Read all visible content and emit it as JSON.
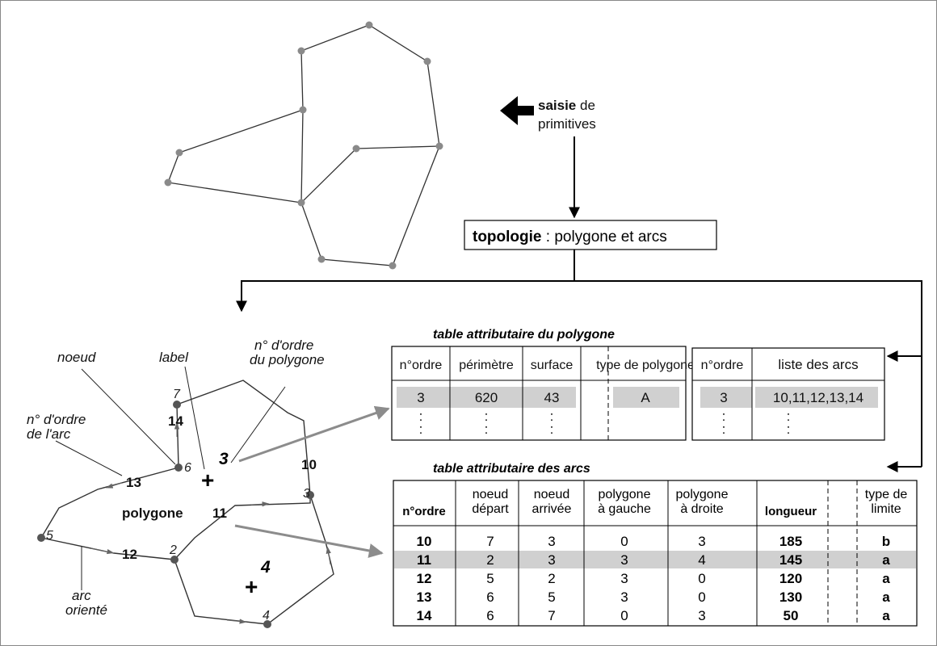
{
  "flow": {
    "capture_bold": "saisie",
    "capture_rest": "de",
    "capture_line2": "primitives",
    "topology_bold": "topologie",
    "topology_rest": ": polygone et arcs"
  },
  "labels": {
    "node": "noeud",
    "label": "label",
    "poly_order_1": "n° d'ordre",
    "poly_order_2": "du polygone",
    "arc_order_1": "n° d'ordre",
    "arc_order_2": "de l'arc",
    "polygon": "polygone",
    "oriented_1": "arc",
    "oriented_2": "orienté"
  },
  "graph": {
    "node_ids": [
      "7",
      "6",
      "5",
      "2",
      "4",
      "3"
    ],
    "arc_ids": [
      "14",
      "13",
      "12",
      "11",
      "10"
    ],
    "polygon_ids": [
      "3",
      "4"
    ]
  },
  "polygon_table": {
    "title": "table attributaire du polygone",
    "headers": [
      "n°ordre",
      "périmètre",
      "surface",
      "",
      "type de polygone"
    ],
    "row": [
      "3",
      "620",
      "43",
      "",
      "A"
    ],
    "ellipsis": ":"
  },
  "arc_list_table": {
    "headers": [
      "n°ordre",
      "liste des arcs"
    ],
    "row": [
      "3",
      "10,11,12,13,14"
    ],
    "ellipsis": ":"
  },
  "arc_table": {
    "title": "table attributaire des arcs",
    "headers": [
      [
        "n°ordre"
      ],
      [
        "noeud",
        "départ"
      ],
      [
        "noeud",
        "arrivée"
      ],
      [
        "polygone",
        "à gauche"
      ],
      [
        "polygone",
        "à droite"
      ],
      [
        "longueur"
      ],
      [
        ""
      ],
      [
        "type de",
        "limite"
      ]
    ],
    "rows": [
      [
        "10",
        "7",
        "3",
        "0",
        "3",
        "185",
        "",
        "b"
      ],
      [
        "11",
        "2",
        "3",
        "3",
        "4",
        "145",
        "",
        "a"
      ],
      [
        "12",
        "5",
        "2",
        "3",
        "0",
        "120",
        "",
        "a"
      ],
      [
        "13",
        "6",
        "5",
        "3",
        "0",
        "130",
        "",
        "a"
      ],
      [
        "14",
        "6",
        "7",
        "0",
        "3",
        "50",
        "",
        "a"
      ]
    ],
    "highlight_row": 1
  },
  "colors": {
    "highlight": "#d0d0d0",
    "node": "#555555",
    "vertex": "#8a8a8a",
    "arrow_gray": "#8c8c8c"
  }
}
